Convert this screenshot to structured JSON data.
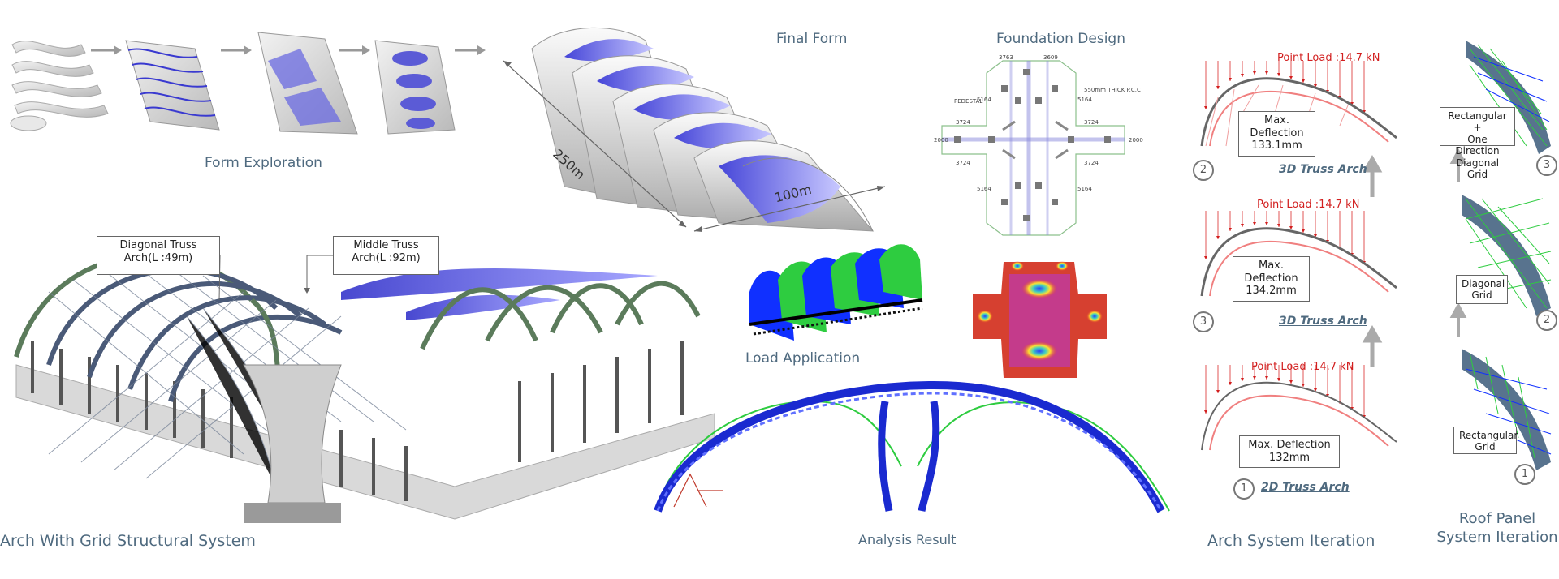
{
  "form_exploration": {
    "title": "Form Exploration"
  },
  "final_form": {
    "title": "Final Form",
    "length_label": "250m",
    "width_label": "100m"
  },
  "foundation": {
    "title": "Foundation Design",
    "pedestal_label": "PEDESTAL",
    "pcc_label": "550mm THICK P.C.C",
    "dims": [
      "3763",
      "3609",
      "3724",
      "3724",
      "3724",
      "3724",
      "5164",
      "5164",
      "5164",
      "5164",
      "2000",
      "2000"
    ]
  },
  "arch_grid": {
    "title": "Arch With Grid Structural System",
    "diagonal_truss": "Diagonal Truss\nArch(L :49m)",
    "middle_truss": "Middle Truss\nArch(L :92m)"
  },
  "load_application": {
    "title": "Load Application"
  },
  "analysis": {
    "title": "Analysis Result"
  },
  "arch_iteration": {
    "title": "Arch System Iteration",
    "items": [
      {
        "num": "2",
        "load": "Point Load :14.7 kN",
        "deflection": "Max.\nDeflection\n133.1mm",
        "name": "3D Truss Arch"
      },
      {
        "num": "3",
        "load": "Point Load :14.7 kN",
        "deflection": "Max.\nDeflection\n134.2mm",
        "name": "3D Truss Arch"
      },
      {
        "num": "1",
        "load": "Point Load :14.7 kN",
        "deflection": "Max. Deflection\n132mm",
        "name": "2D Truss Arch"
      }
    ]
  },
  "roof_iteration": {
    "title": "Roof Panel\nSystem Iteration",
    "items": [
      {
        "num": "3",
        "label": "Rectangular +\nOne Direction\nDiagonal Grid"
      },
      {
        "num": "2",
        "label": "Diagonal\nGrid"
      },
      {
        "num": "1",
        "label": "Rectangular\nGrid"
      }
    ]
  },
  "colors": {
    "accent": "#4f6a7f",
    "membrane": "#5b5bd6",
    "load": "#d21f1f",
    "green": "#2ecc40",
    "blue": "#1030ff"
  }
}
